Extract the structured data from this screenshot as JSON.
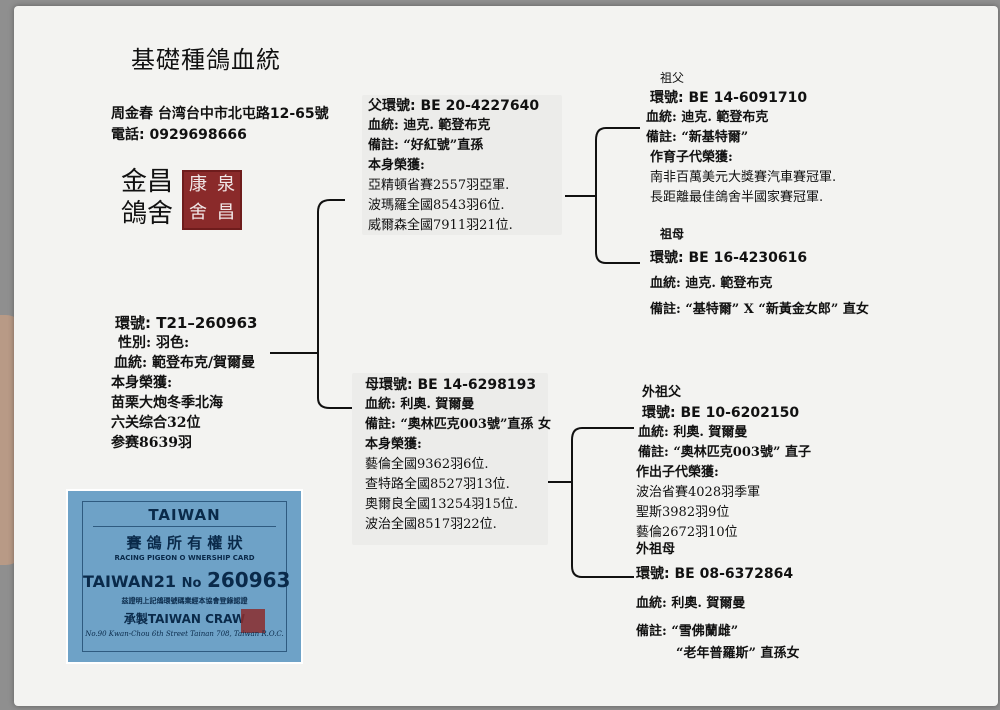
{
  "title": "基礎種鴿血統",
  "owner": {
    "address": "周金春  台湾台中市北屯路12-65號",
    "phone": "電話: 0929698666"
  },
  "loft": {
    "name_line1": "金昌",
    "name_line2": "鴿舍",
    "seal_chars": [
      "康",
      "泉",
      "舍",
      "昌"
    ]
  },
  "subject": {
    "ring": "環號: T21–260963",
    "sex_color": "性別:        羽色:",
    "bloodline": "血統: 範登布克/賀爾曼",
    "honors_label": "本身榮獲:",
    "honors": [
      "苗栗大炮冬季北海",
      "六关综合32位",
      "参赛8639羽"
    ]
  },
  "father": {
    "ring": "父環號: BE 20-4227640",
    "bloodline": "血統: 迪克. 範登布克",
    "note": "備註: “好紅號”直孫",
    "honors_label": "本身榮獲:",
    "honors": [
      "亞精頓省賽2557羽亞軍.",
      "波瑪羅全國8543羽6位.",
      "威爾森全國7911羽21位."
    ]
  },
  "mother": {
    "ring": "母環號: BE 14-6298193",
    "bloodline": "血統: 利奧. 賀爾曼",
    "note": "備註: “奧林匹克003號”直孫 女",
    "honors_label": "本身榮獲:",
    "honors": [
      "藝倫全國9362羽6位.",
      "查特路全國8527羽13位.",
      "奧爾良全國13254羽15位.",
      "波治全國8517羽22位."
    ]
  },
  "pat_grandfather": {
    "label": "祖父",
    "ring": "環號:  BE 14-6091710",
    "bloodline": "血統: 迪克. 範登布克",
    "note": "備註: “新基特爾”",
    "offspring_label": "作育子代榮獲:",
    "offspring": [
      "南非百萬美元大獎賽汽車賽冠軍.",
      "長距離最佳鴿舍半國家賽冠軍."
    ]
  },
  "pat_grandmother": {
    "label": "祖母",
    "ring": "環號:  BE 16-4230616",
    "bloodline": "血統: 迪克. 範登布克",
    "note": "備註: “基特爾” X “新黃金女郎” 直女"
  },
  "mat_grandfather": {
    "label": "外祖父",
    "ring": "環號:  BE 10-6202150",
    "bloodline": "血統:  利奧. 賀爾曼",
    "note": "備註: “奧林匹克003號” 直子",
    "offspring_label": "作出子代榮獲:",
    "offspring": [
      "波治省賽4028羽季軍",
      "聖斯3982羽9位",
      "藝倫2672羽10位"
    ]
  },
  "mat_grandmother": {
    "label": "外祖母",
    "ring": "環號:  BE 08-6372864",
    "bloodline": "血統:  利奧. 賀爾曼",
    "note1": "備註: “雪佛蘭雌”",
    "note2": "“老年普羅斯” 直孫女"
  },
  "card": {
    "country": "TAIWAN",
    "title_cn": "賽 鴿 所 有 權 狀",
    "title_en": "RACING PIGEON O WNERSHIP CARD",
    "number_prefix": "TAIWAN21",
    "number_no": "No",
    "number": "260963",
    "issuer_note": "茲證明上記鴿環號碼業經本協會登錄認證",
    "maker": "承製TAIWAN CRAW",
    "address": "No.90 Kwan-Chou 6th Street Tainan 708, Taiwan R.O.C."
  }
}
